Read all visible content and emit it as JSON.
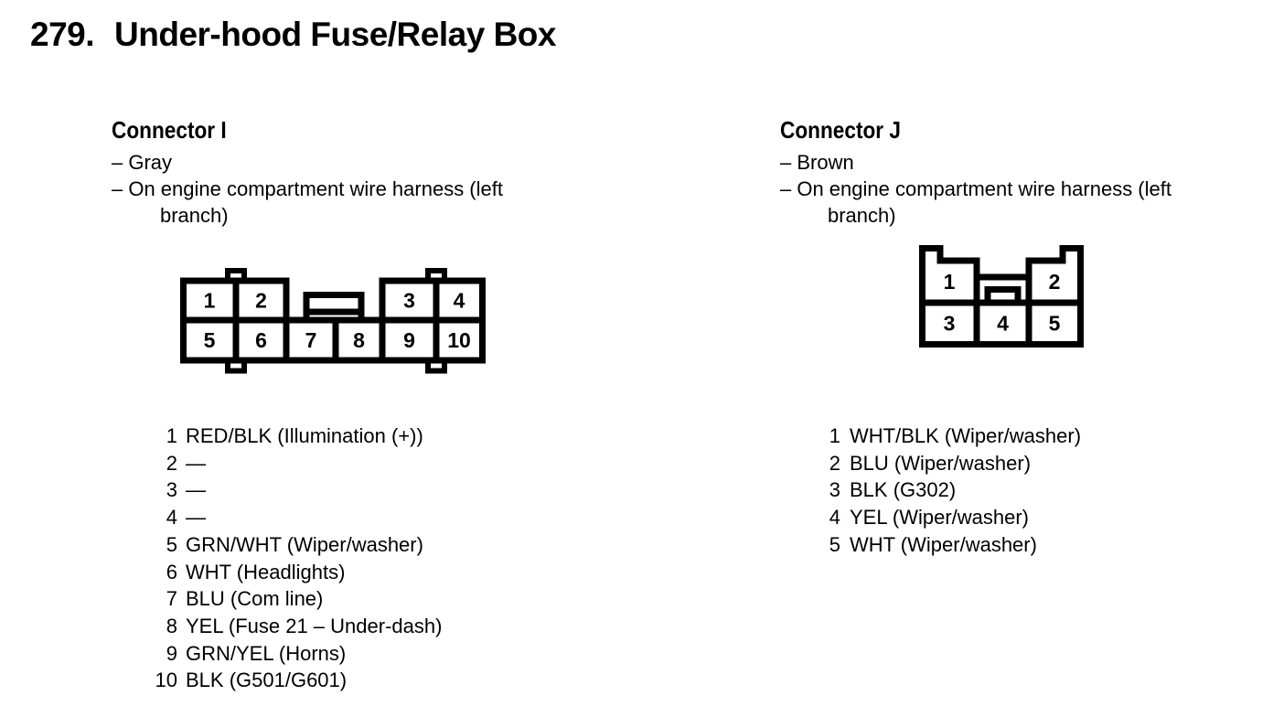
{
  "page": {
    "number_label": "279.",
    "title": "Under-hood Fuse/Relay Box"
  },
  "colors": {
    "ink": "#000000",
    "paper": "#ffffff"
  },
  "connector_i": {
    "heading": "Connector I",
    "notes": [
      "– Gray",
      "– On engine compartment wire harness (left",
      "branch)"
    ],
    "diagram": {
      "top_row": [
        "1",
        "2",
        "3",
        "4"
      ],
      "bottom_row": [
        "5",
        "6",
        "7",
        "8",
        "9",
        "10"
      ]
    },
    "pins": [
      {
        "num": "1",
        "desc": "RED/BLK (Illumination (+))"
      },
      {
        "num": "2",
        "desc": "—"
      },
      {
        "num": "3",
        "desc": "—"
      },
      {
        "num": "4",
        "desc": "—"
      },
      {
        "num": "5",
        "desc": "GRN/WHT (Wiper/washer)"
      },
      {
        "num": "6",
        "desc": "WHT (Headlights)"
      },
      {
        "num": "7",
        "desc": "BLU (Com line)"
      },
      {
        "num": "8",
        "desc": "YEL (Fuse 21 – Under-dash)"
      },
      {
        "num": "9",
        "desc": "GRN/YEL (Horns)"
      },
      {
        "num": "10",
        "desc": "BLK (G501/G601)"
      }
    ]
  },
  "connector_j": {
    "heading": "Connector J",
    "notes": [
      "– Brown",
      "– On engine compartment wire harness (left",
      "branch)"
    ],
    "diagram": {
      "top_row": [
        "1",
        "2"
      ],
      "bottom_row": [
        "3",
        "4",
        "5"
      ]
    },
    "pins": [
      {
        "num": "1",
        "desc": "WHT/BLK (Wiper/washer)"
      },
      {
        "num": "2",
        "desc": "BLU (Wiper/washer)"
      },
      {
        "num": "3",
        "desc": "BLK (G302)"
      },
      {
        "num": "4",
        "desc": "YEL (Wiper/washer)"
      },
      {
        "num": "5",
        "desc": "WHT (Wiper/washer)"
      }
    ]
  }
}
